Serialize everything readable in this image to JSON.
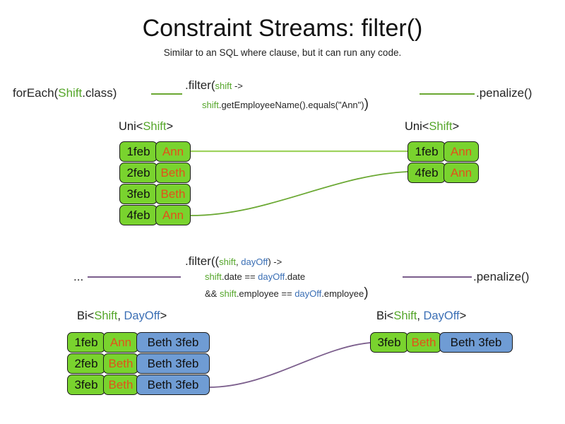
{
  "header": {
    "title": "Constraint Streams: filter()",
    "subtitle": "Similar to an SQL where clause, but it can run any code."
  },
  "colors": {
    "shift_green": "#55a62a",
    "dayoff_blue": "#3b6fb5",
    "fact_green_fill": "#79d32e",
    "fact_blue_fill": "#6f9cd4",
    "name_orange": "#e2511a",
    "wire_green": "#6aa832",
    "wire_green_light": "#9fd35f",
    "wire_purple": "#7b5e8c",
    "box_border": "#1b1b1b"
  },
  "uni_section": {
    "source_label": {
      "prefix": "forEach(",
      "type": "Shift",
      "suffix": ".class)"
    },
    "filter_line1": {
      "head": ".filter(",
      "param": "shift",
      "arrow": " ->"
    },
    "filter_line2": {
      "param": "shift",
      "body": ".getEmployeeName().equals(\"Ann\")",
      "close": ")"
    },
    "penalize_label": ".penalize()",
    "left_stream_label": {
      "prefix": "Uni<",
      "type": "Shift",
      "suffix": ">"
    },
    "right_stream_label": {
      "prefix": "Uni<",
      "type": "Shift",
      "suffix": ">"
    },
    "left_rows": [
      {
        "date": "1feb",
        "employee": "Ann"
      },
      {
        "date": "2feb",
        "employee": "Beth"
      },
      {
        "date": "3feb",
        "employee": "Beth"
      },
      {
        "date": "4feb",
        "employee": "Ann"
      }
    ],
    "right_rows": [
      {
        "date": "1feb",
        "employee": "Ann"
      },
      {
        "date": "4feb",
        "employee": "Ann"
      }
    ]
  },
  "bi_section": {
    "source_label": "...",
    "filter_line1": {
      "head": ".filter((",
      "param1": "shift",
      "comma": ", ",
      "param2": "dayOff",
      "arrow": ") ->"
    },
    "filter_line2": {
      "param1": "shift",
      "mid": ".date == ",
      "param2": "dayOff",
      "tail": ".date"
    },
    "filter_line3": {
      "op": "&& ",
      "param1": "shift",
      "mid": ".employee == ",
      "param2": "dayOff",
      "tail": ".employee",
      "close": ")"
    },
    "penalize_label": ".penalize()",
    "left_stream_label": {
      "prefix": "Bi<",
      "type1": "Shift",
      "comma": ", ",
      "type2": "DayOff",
      "suffix": ">"
    },
    "right_stream_label": {
      "prefix": "Bi<",
      "type1": "Shift",
      "comma": ", ",
      "type2": "DayOff",
      "suffix": ">"
    },
    "left_rows": [
      {
        "date": "1feb",
        "employee": "Ann",
        "dayoff": "Beth 3feb"
      },
      {
        "date": "2feb",
        "employee": "Beth",
        "dayoff": "Beth 3feb"
      },
      {
        "date": "3feb",
        "employee": "Beth",
        "dayoff": "Beth 3feb"
      }
    ],
    "right_rows": [
      {
        "date": "3feb",
        "employee": "Beth",
        "dayoff": "Beth 3feb"
      }
    ]
  }
}
